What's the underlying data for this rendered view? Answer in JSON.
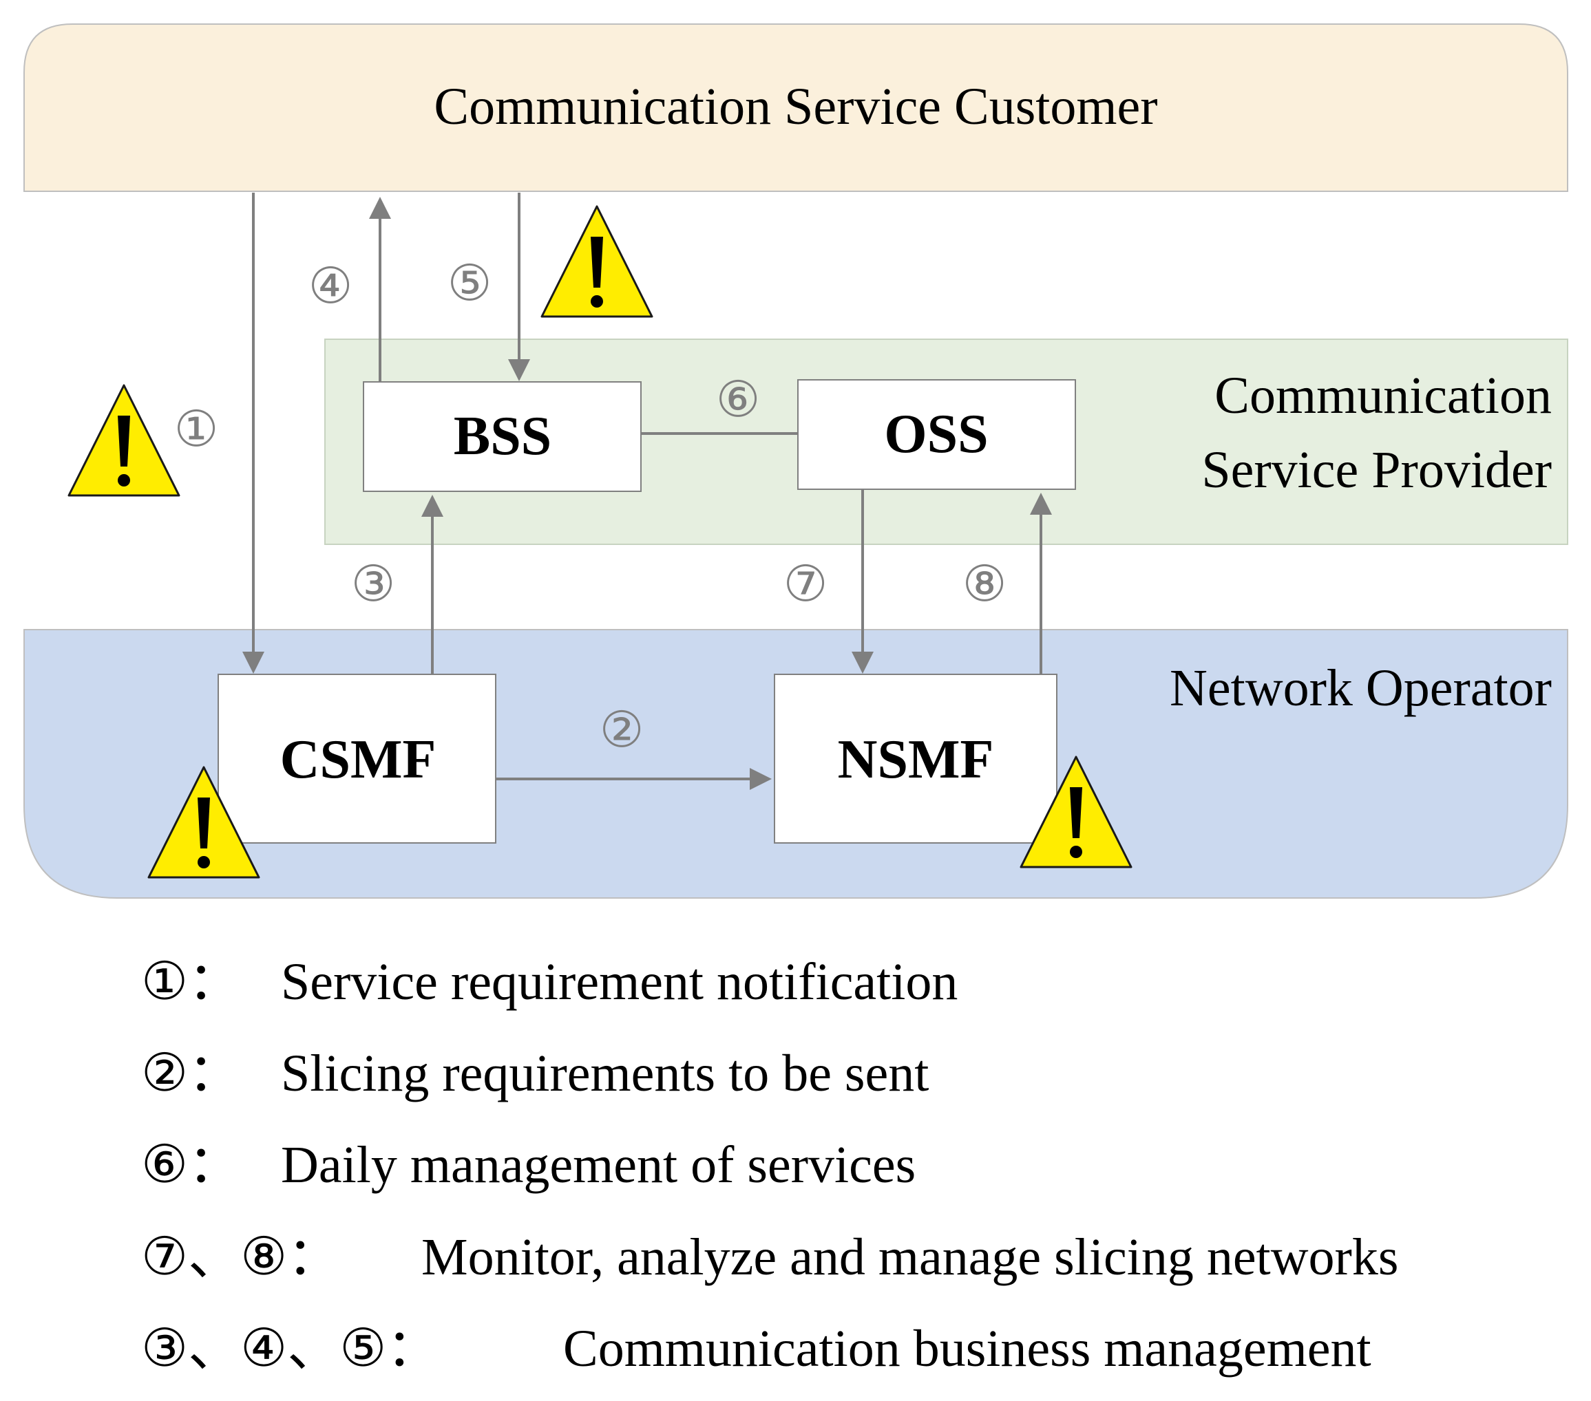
{
  "regions": {
    "customer": {
      "label": "Communication Service Customer"
    },
    "provider": {
      "label_line1": "Communication",
      "label_line2": "Service Provider"
    },
    "operator": {
      "label": "Network Operator"
    }
  },
  "nodes": {
    "bss": {
      "label": "BSS"
    },
    "oss": {
      "label": "OSS"
    },
    "csmf": {
      "label": "CSMF"
    },
    "nsmf": {
      "label": "NSMF"
    }
  },
  "step_markers": {
    "s1": "①",
    "s2": "②",
    "s3": "③",
    "s4": "④",
    "s5": "⑤",
    "s6": "⑥",
    "s7": "⑦",
    "s8": "⑧"
  },
  "warning_icon": {
    "glyph": "!",
    "name": "warning-icon"
  },
  "legend": [
    {
      "keys": "①：",
      "text": "Service requirement notification"
    },
    {
      "keys": "②：",
      "text": "Slicing requirements to be sent"
    },
    {
      "keys": "⑥：",
      "text": "Daily management of services"
    },
    {
      "keys": "⑦、⑧：",
      "text": "Monitor, analyze and manage slicing networks"
    },
    {
      "keys": "③、④、⑤：",
      "text": "Communication business management"
    }
  ],
  "colors": {
    "customer_fill": "#fbf0dc",
    "provider_fill": "#e6efe0",
    "operator_fill": "#cbd9ef",
    "arrow": "#7f7f7f",
    "warning_fill": "#ffed00",
    "text": "#000000"
  }
}
